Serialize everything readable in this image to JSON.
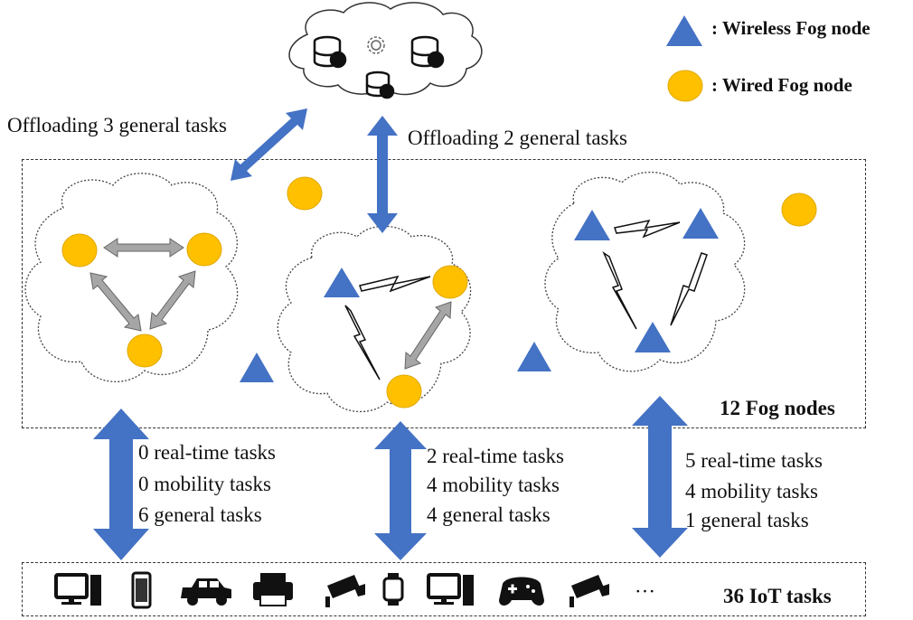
{
  "legend": {
    "wireless": ": Wireless Fog node",
    "wired": ": Wired Fog node"
  },
  "colors": {
    "wireless_node": "#4472C4",
    "wired_node": "#FFC000",
    "arrow_blue": "#4472C4",
    "arrow_gray": "#A6A6A6"
  },
  "offload_left": "Offloading 3 general tasks",
  "offload_right": "Offloading 2 general tasks",
  "fog_region_label": "12 Fog nodes",
  "iot_region_label": "36 IoT tasks",
  "cluster_tasks": [
    {
      "realtime": "0 real-time tasks",
      "mobility": "0 mobility tasks",
      "general": "6 general tasks"
    },
    {
      "realtime": "2 real-time tasks",
      "mobility": "4 mobility tasks",
      "general": "4 general tasks"
    },
    {
      "realtime": "5 real-time tasks",
      "mobility": "4 mobility tasks",
      "general": "1 general tasks"
    }
  ],
  "iot_devices": [
    "desktop-icon",
    "smartphone-icon",
    "car-icon",
    "printer-icon",
    "camera-icon",
    "smartwatch-icon",
    "desktop-icon",
    "gamepad-icon",
    "camera-icon"
  ],
  "iot_ellipsis": "···"
}
